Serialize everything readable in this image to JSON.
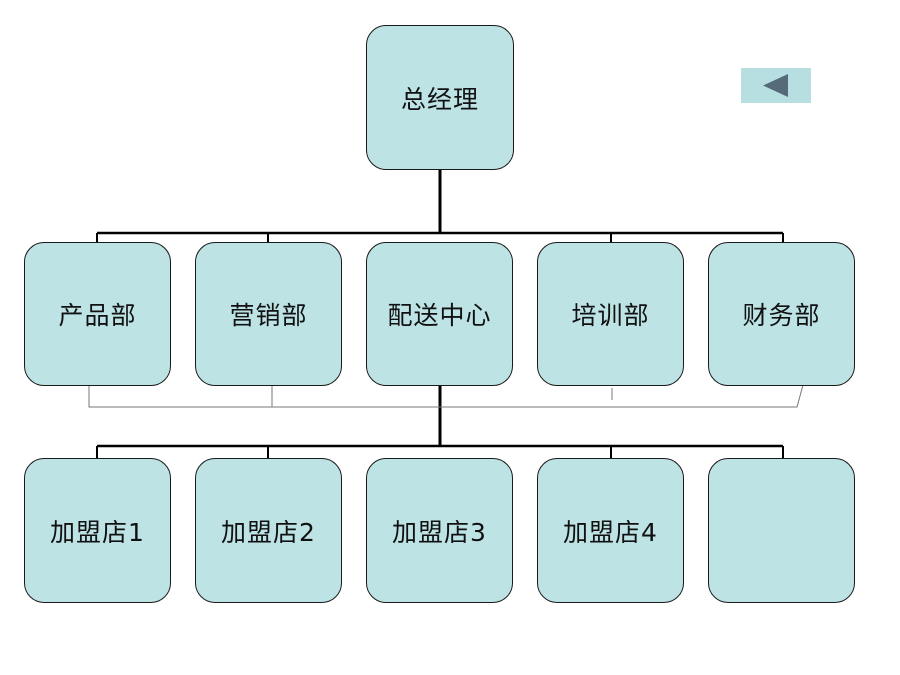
{
  "org_chart": {
    "top": "总经理",
    "departments": [
      "产品部",
      "营销部",
      "配送中心",
      "培训部",
      "财务部"
    ],
    "franchises": [
      "加盟店1",
      "加盟店2",
      "加盟店3",
      "加盟店4",
      ""
    ]
  },
  "nav": {
    "icon": "triangle-left-icon"
  },
  "colors": {
    "box_fill": "#bde3e5",
    "box_border": "#1a1a1a",
    "nav_fill": "#b7dfe1",
    "nav_arrow": "#556b7a"
  }
}
